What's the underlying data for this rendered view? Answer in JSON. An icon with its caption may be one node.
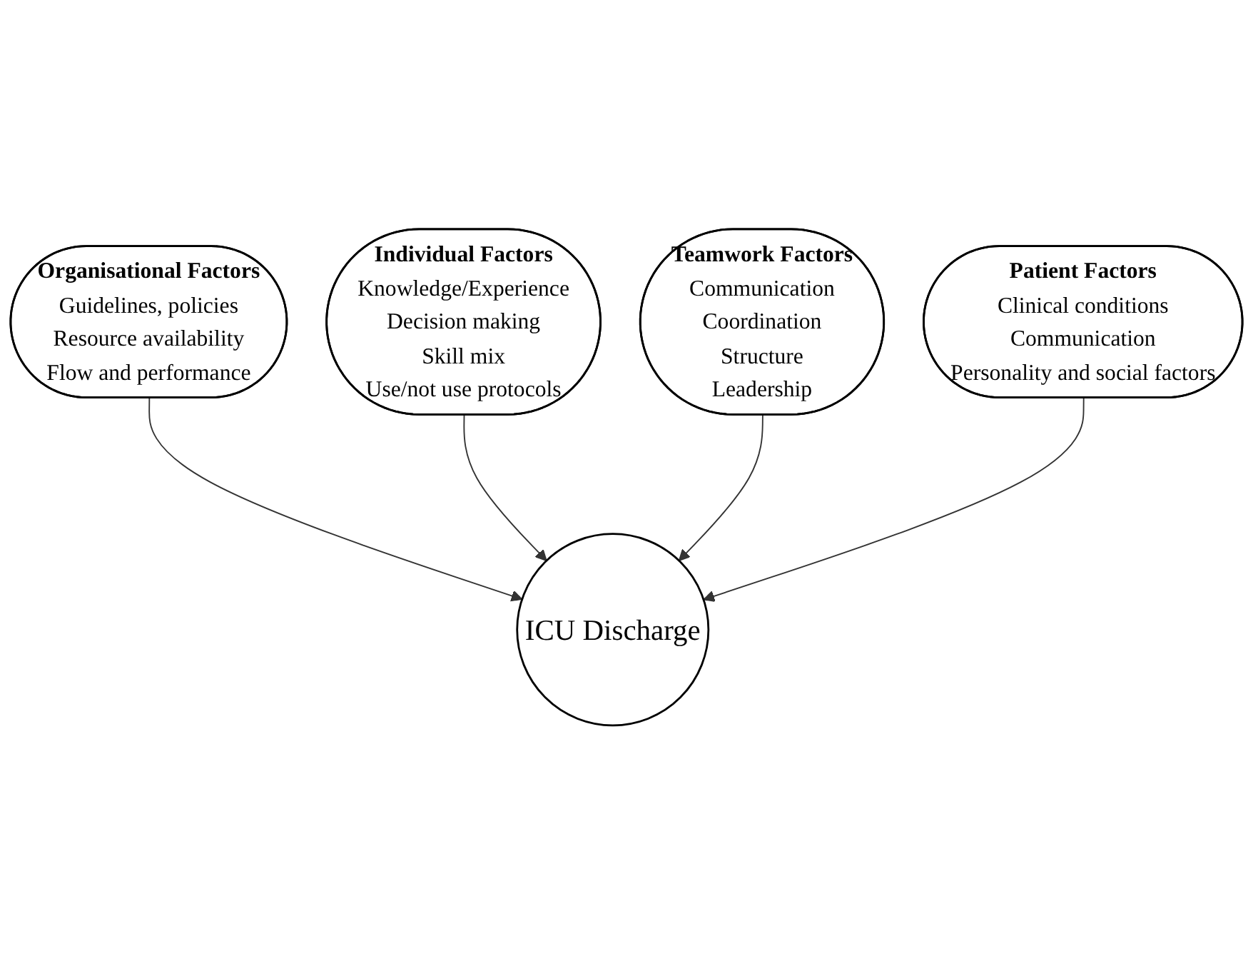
{
  "diagram": {
    "nodes": [
      {
        "text": [
          "Organisational Factors",
          "Guidelines, policies",
          "Resource availability",
          "Flow and performance"
        ]
      },
      {
        "text": [
          "Individual Factors",
          "Knowledge/Experience",
          "Decision making",
          "Skill mix",
          "Use/not use protocols"
        ]
      },
      {
        "text": [
          "ICU Discharge"
        ]
      },
      {
        "text": [
          "Teamwork Factors",
          "Communication",
          "Coordination",
          "Structure",
          "Leadership"
        ]
      },
      {
        "text": [
          "Patient Factors",
          "Clinical conditions",
          "Communication",
          "Personality and social factors"
        ]
      }
    ],
    "edges": [
      {
        "from": 0,
        "to": 2,
        "arrow": "to"
      },
      {
        "from": 1,
        "to": 2,
        "arrow": "to"
      },
      {
        "from": 3,
        "to": 2,
        "arrow": "to"
      },
      {
        "from": 4,
        "to": 2,
        "arrow": "to"
      }
    ]
  }
}
